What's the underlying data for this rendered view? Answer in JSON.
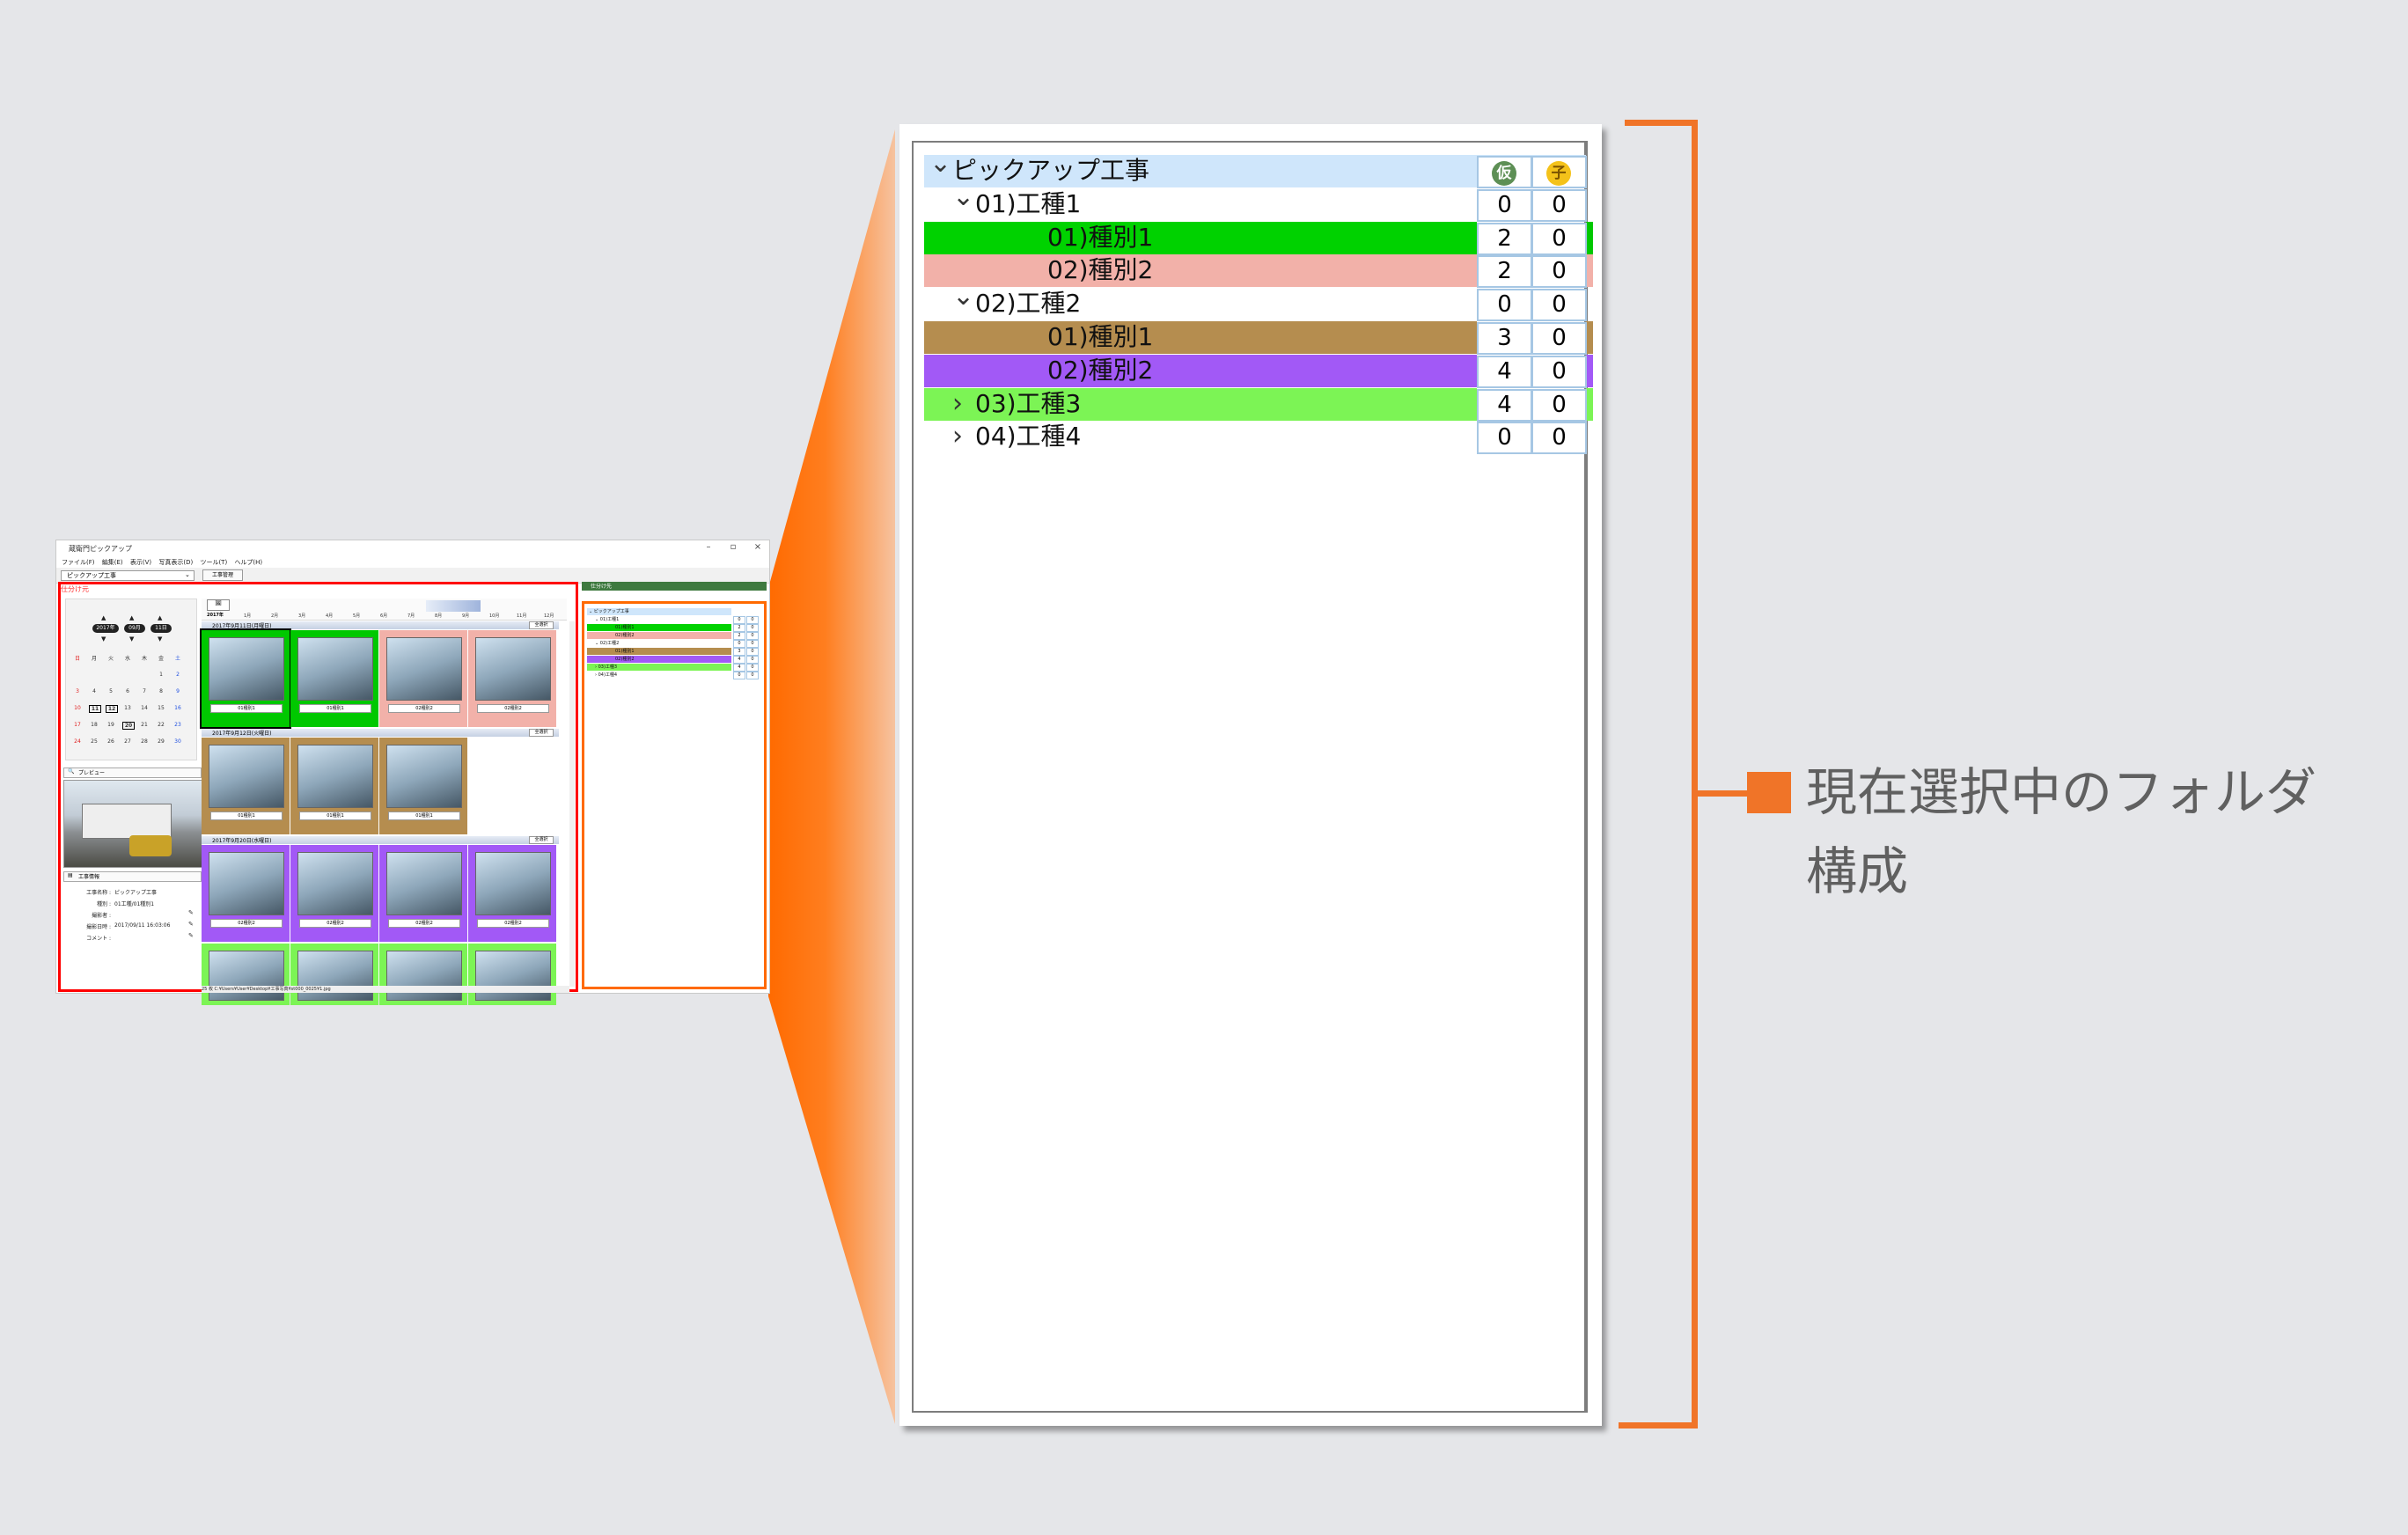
{
  "app": {
    "title": "蔵衛門ピックアップ",
    "menu": [
      "ファイル(F)",
      "編集(E)",
      "表示(V)",
      "写真表示(D)",
      "ツール(T)",
      "ヘルプ(H)"
    ],
    "project_select": "ピックアップ工事",
    "tab_button": "工事管理",
    "section_title": "仕分け元",
    "mini_header": "仕分け先",
    "calendar": {
      "year": "2017年",
      "month": "09月",
      "day": "11日",
      "weekdays": [
        "日",
        "月",
        "火",
        "水",
        "木",
        "金",
        "土"
      ],
      "weeks": [
        [
          "",
          "",
          "",
          "",
          "",
          "1",
          "2"
        ],
        [
          "3",
          "4",
          "5",
          "6",
          "7",
          "8",
          "9"
        ],
        [
          "10",
          "11",
          "12",
          "13",
          "14",
          "15",
          "16"
        ],
        [
          "17",
          "18",
          "19",
          "20",
          "21",
          "22",
          "23"
        ],
        [
          "24",
          "25",
          "26",
          "27",
          "28",
          "29",
          "30"
        ]
      ]
    },
    "preview_label": "プレビュー",
    "info_label": "工事情報",
    "info": [
      {
        "k": "工事名称 :",
        "v": "ピックアップ工事"
      },
      {
        "k": "種別 :",
        "v": "01工種/01種別1"
      },
      {
        "k": "撮影者 :",
        "v": ""
      },
      {
        "k": "撮影日時 :",
        "v": "2017/09/11 16:03:06"
      },
      {
        "k": "コメント :",
        "v": ""
      }
    ],
    "timeline": {
      "year": "2017年",
      "months": [
        "1月",
        "2月",
        "3月",
        "4月",
        "5月",
        "6月",
        "7月",
        "8月",
        "9月",
        "10月",
        "11月",
        "12月"
      ]
    },
    "select_all": "全選択",
    "groups": [
      {
        "date": "2017年9月11日(月曜日)",
        "captions": [
          "01種別1",
          "01種別1",
          "02種別2",
          "02種別2"
        ]
      },
      {
        "date": "2017年9月12日(火曜日)",
        "captions": [
          "01種別1",
          "01種別1",
          "01種別1"
        ]
      },
      {
        "date": "2017年9月20日(水曜日)",
        "captions": [
          "02種別2",
          "02種別2",
          "02種別2",
          "02種別2"
        ]
      }
    ],
    "status": "25 枚   C:¥Users¥User¥Desktop¥工事写真¥st000_0025¥1.jpg"
  },
  "tree": {
    "header_icons": [
      "仮",
      "子"
    ],
    "rows": [
      {
        "label": "ピックアップ工事",
        "chev": "⌄",
        "level": 0,
        "a": "",
        "b": "",
        "bg": "#cfe6fb",
        "tail": ""
      },
      {
        "label": "01)工種1",
        "chev": "⌄",
        "level": 1,
        "a": "0",
        "b": "0",
        "bg": "#ffffff",
        "tail": ""
      },
      {
        "label": "01)種別1",
        "chev": "",
        "level": 2,
        "a": "2",
        "b": "0",
        "bg": "#00d200",
        "tail": "#00c800"
      },
      {
        "label": "02)種別2",
        "chev": "",
        "level": 2,
        "a": "2",
        "b": "0",
        "bg": "#f2b1a9",
        "tail": "#f2b1a9"
      },
      {
        "label": "02)工種2",
        "chev": "⌄",
        "level": 1,
        "a": "0",
        "b": "0",
        "bg": "#ffffff",
        "tail": ""
      },
      {
        "label": "01)種別1",
        "chev": "",
        "level": 2,
        "a": "3",
        "b": "0",
        "bg": "#b58d4f",
        "tail": "#b58d4f"
      },
      {
        "label": "02)種別2",
        "chev": "",
        "level": 2,
        "a": "4",
        "b": "0",
        "bg": "#a259f6",
        "tail": "#a259f6"
      },
      {
        "label": "03)工種3",
        "chev": "›",
        "level": 1,
        "a": "4",
        "b": "0",
        "bg": "#7cf455",
        "tail": "#7cf455"
      },
      {
        "label": "04)工種4",
        "chev": "›",
        "level": 1,
        "a": "0",
        "b": "0",
        "bg": "#ffffff",
        "tail": ""
      }
    ]
  },
  "annotation": {
    "line1": "現在選択中のフォルダ",
    "line2": "構成"
  },
  "colors": {
    "accent_orange": "#f07428",
    "frame_red": "#ff0000",
    "count_border": "#a6c7e4"
  }
}
